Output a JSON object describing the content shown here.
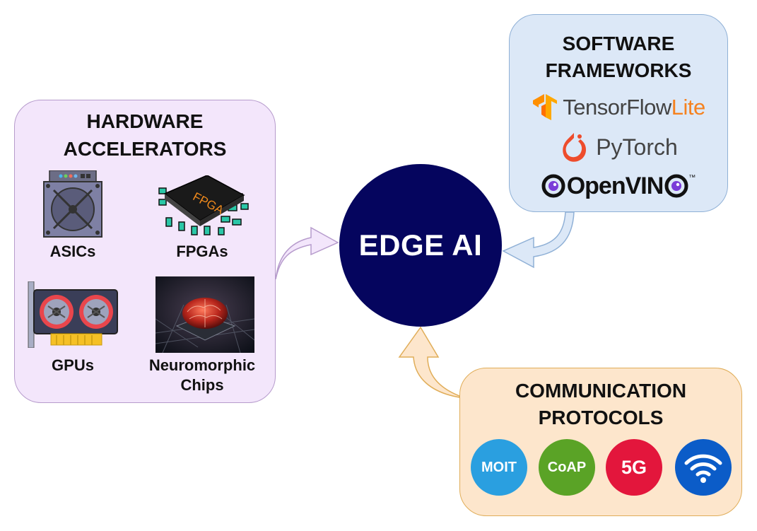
{
  "center": {
    "label": "EDGE AI"
  },
  "hardware": {
    "title_line1": "HARDWARE",
    "title_line2": "ACCELERATORS",
    "items": [
      {
        "label": "ASICs",
        "icon": "asic-miner-icon"
      },
      {
        "label": "FPGAs",
        "icon": "fpga-chip-icon",
        "chip_text": "FPGA"
      },
      {
        "label": "GPUs",
        "icon": "gpu-card-icon"
      },
      {
        "label_line1": "Neuromorphic",
        "label_line2": "Chips",
        "icon": "neuromorphic-brain-chip-image"
      }
    ]
  },
  "software": {
    "title_line1": "SOFTWARE",
    "title_line2": "FRAMEWORKS",
    "frameworks": [
      {
        "name_main": "TensorFlow",
        "name_suffix": "Lite",
        "icon": "tensorflow-logo"
      },
      {
        "name": "PyTorch",
        "icon": "pytorch-logo"
      },
      {
        "name_part1": "Open",
        "name_part2": "VIN",
        "name_part3": "™",
        "icon": "openvino-logo"
      }
    ]
  },
  "communication": {
    "title_line1": "COMMUNICATION",
    "title_line2": "PROTOCOLS",
    "protocols": [
      {
        "label": "MOIT",
        "color": "#2a9fe0"
      },
      {
        "label": "CoAP",
        "color": "#5aa326"
      },
      {
        "label": "5G",
        "color": "#e3163c"
      },
      {
        "label": "",
        "icon": "wifi-icon",
        "color": "#0b5cc8"
      }
    ]
  },
  "colors": {
    "center_fill": "#05055e",
    "hardware_box": "#f3e6fb",
    "software_box": "#dce8f7",
    "communication_box": "#fde6cc"
  }
}
